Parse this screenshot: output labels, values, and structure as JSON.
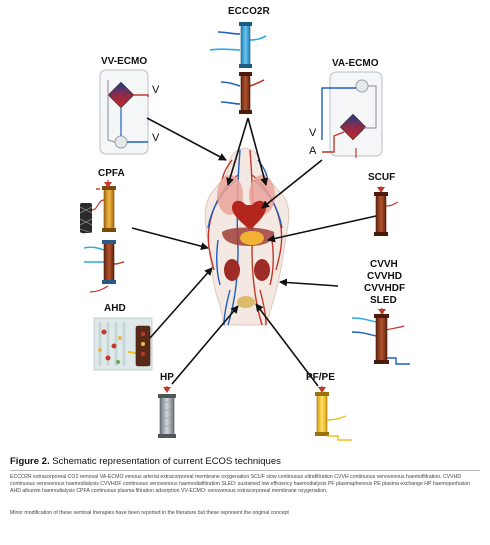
{
  "labels": {
    "ecco2r": "ECCO2R",
    "vv_ecmo": "VV-ECMO",
    "va_ecmo": "VA-ECMO",
    "cpfa": "CPFA",
    "scuf": "SCUF",
    "cvvh": "CVVH",
    "cvvhd": "CVVHD",
    "cvvhdf": "CVVHDF",
    "sled": "SLED",
    "ahd": "AHD",
    "hp": "HP",
    "pf_pe": "PF/PE",
    "vv_v1": "V",
    "vv_v2": "V",
    "va_v": "V",
    "va_a": "A"
  },
  "caption": {
    "figure_label": "Figure 2.",
    "title": " Schematic representation of current ECOS techniques",
    "abbreviations": "ECCO2R extracorporeal CO2 removal VA-ECMO venous arterial extracorporeal membrane oxygenation SCUF slow continuous ultrafiltration CVVH continuous venovenous haemofiltration, CVVHD continuous venovenous haemodialysis CVVHDF continuous venovenous haemodiafiltration SLED: sustained low efficiency haemodialysis PF plasmapheresis PE plasma exchange HP haemoperfusion AHD albumin haemodialysis CPFA continuous plasma filtration adsorption VV-ECMO: venovenous extracorporeal membrane oxygenation.",
    "note": "Minor modification of these seminal therapies have been reported in the literature but these represent the original concept"
  },
  "colors": {
    "venous": "#1f5fbf",
    "arterial": "#c0392b",
    "light_blue": "#2aa7e0",
    "filter_brown": "#8a3a1e",
    "cpfa_gold": "#d49a2a",
    "pfpe_yellow": "#f0c020",
    "hp_grey": "#9aa0a6"
  }
}
